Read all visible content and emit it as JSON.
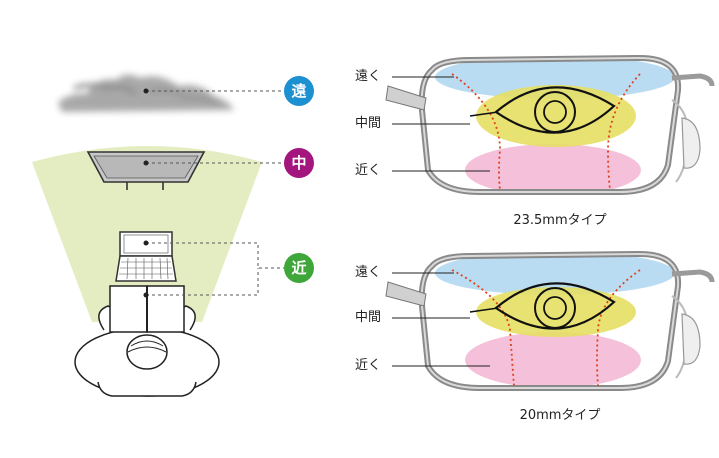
{
  "zones": {
    "far": {
      "label": "遠",
      "color": "#1d90d2"
    },
    "mid": {
      "label": "中",
      "color": "#a3167e"
    },
    "near": {
      "label": "近",
      "color": "#3fa73a"
    }
  },
  "lens_labels": {
    "far": "遠く",
    "mid": "中間",
    "near": "近く"
  },
  "lenses": [
    {
      "caption": "23.5mmタイプ"
    },
    {
      "caption": "20mmタイプ"
    }
  ],
  "colors": {
    "far_zone": "#b9dcf3",
    "mid_zone": "#e6df63",
    "near_zone": "#f4c0da",
    "view_cone": "#e4edc2",
    "corridor_line": "#e0401a"
  }
}
